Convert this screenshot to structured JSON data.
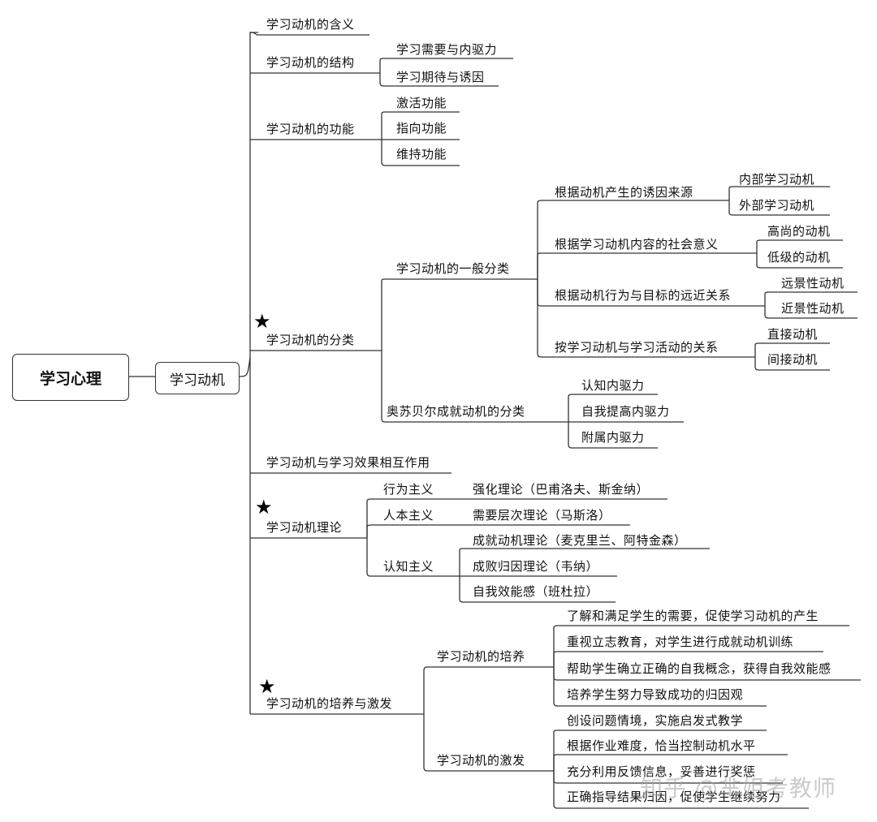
{
  "root": "学习心理",
  "main": "学习动机",
  "level1": {
    "meaning": "学习动机的含义",
    "structure": "学习动机的结构",
    "function": "学习动机的功能",
    "classification": "学习动机的分类",
    "interaction": "学习动机与学习效果相互作用",
    "theory": "学习动机理论",
    "cultivation": "学习动机的培养与激发"
  },
  "structure": [
    "学习需要与内驱力",
    "学习期待与诱因"
  ],
  "functions": [
    "激活功能",
    "指向功能",
    "维持功能"
  ],
  "classification": {
    "general": "学习动机的一般分类",
    "ausubel": "奥苏贝尔成就动机的分类",
    "by_source": "根据动机产生的诱因来源",
    "by_source_items": [
      "内部学习动机",
      "外部学习动机"
    ],
    "by_social": "根据学习动机内容的社会意义",
    "by_social_items": [
      "高尚的动机",
      "低级的动机"
    ],
    "by_distance": "根据动机行为与目标的远近关系",
    "by_distance_items": [
      "远景性动机",
      "近景性动机"
    ],
    "by_relation": "按学习动机与学习活动的关系",
    "by_relation_items": [
      "直接动机",
      "间接动机"
    ],
    "ausubel_items": [
      "认知内驱力",
      "自我提高内驱力",
      "附属内驱力"
    ]
  },
  "theory": {
    "behaviorism": "行为主义",
    "humanism": "人本主义",
    "cognitivism": "认知主义",
    "reinforcement": "强化理论（巴甫洛夫、斯金纳）",
    "needs": "需要层次理论（马斯洛）",
    "cognitive_items": [
      "成就动机理论（麦克里兰、阿特金森）",
      "成败归因理论（韦纳）",
      "自我效能感（班杜拉）"
    ]
  },
  "cultivation": {
    "cultivate": "学习动机的培养",
    "stimulate": "学习动机的激发",
    "cultivate_items": [
      "了解和满足学生的需要，促使学习动机的产生",
      "重视立志教育，对学生进行成就动机训练",
      "帮助学生确立正确的自我概念，获得自我效能感",
      "培养学生努力导致成功的归因观"
    ],
    "stimulate_items": [
      "创设问题情境，实施启发式教学",
      "根据作业难度，恰当控制动机水平",
      "充分利用反馈信息，妥善进行奖惩",
      "正确指导结果归因，促使学生继续努力"
    ]
  },
  "stars": [
    "★",
    "★",
    "★"
  ],
  "watermark": "知乎 @芈姐考教师",
  "colors": {
    "line": "#333333",
    "text": "#111111",
    "watermark": "#a0a0a0"
  }
}
